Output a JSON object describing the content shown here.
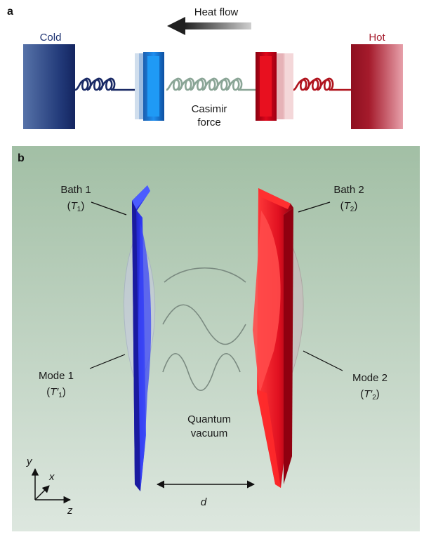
{
  "panel_a": {
    "label": "a",
    "heat_flow": "Heat flow",
    "cold": "Cold",
    "hot": "Hot",
    "casimir_line1": "Casimir",
    "casimir_line2": "force",
    "colors": {
      "cold": "#1d3272",
      "hot": "#a51b2c",
      "spring_cold": "#1a2a66",
      "spring_mid": "#8aa596",
      "spring_hot": "#b0141e"
    }
  },
  "panel_b": {
    "label": "b",
    "bath1": {
      "name": "Bath 1",
      "temp_sym": "T",
      "temp_sub": "1"
    },
    "bath2": {
      "name": "Bath 2",
      "temp_sym": "T",
      "temp_sub": "2"
    },
    "mode1": {
      "name": "Mode 1",
      "temp_sym": "T′",
      "temp_sub": "1"
    },
    "mode2": {
      "name": "Mode 2",
      "temp_sym": "T′",
      "temp_sub": "2"
    },
    "vacuum_line1": "Quantum",
    "vacuum_line2": "vacuum",
    "distance": "d",
    "axes": {
      "x": "x",
      "y": "y",
      "z": "z"
    },
    "colors": {
      "background_top": "#a2bfa5",
      "background_bottom": "#dde7df",
      "plate1": "#2727e0",
      "plate2": "#c80a18",
      "wave": "#7a8a80"
    }
  }
}
